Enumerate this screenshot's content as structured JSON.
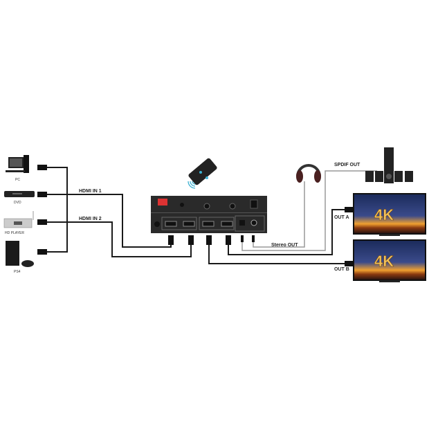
{
  "sources": [
    {
      "label": "PC"
    },
    {
      "label": "DVD"
    },
    {
      "label": "HD PLAYER"
    },
    {
      "label": "PS4"
    }
  ],
  "inputs": {
    "in1": "HDMI IN 1",
    "in2": "HDMI IN 2"
  },
  "outputs": {
    "spdif": "SPDIF OUT",
    "out_a": "OUT A",
    "out_b": "OUT B",
    "stereo": "Stereo OUT"
  },
  "tv_badge": "4K",
  "colors": {
    "cable": "#1a1a1a",
    "audio_cable": "#9a9a9a",
    "device": "#2b2b2b"
  }
}
